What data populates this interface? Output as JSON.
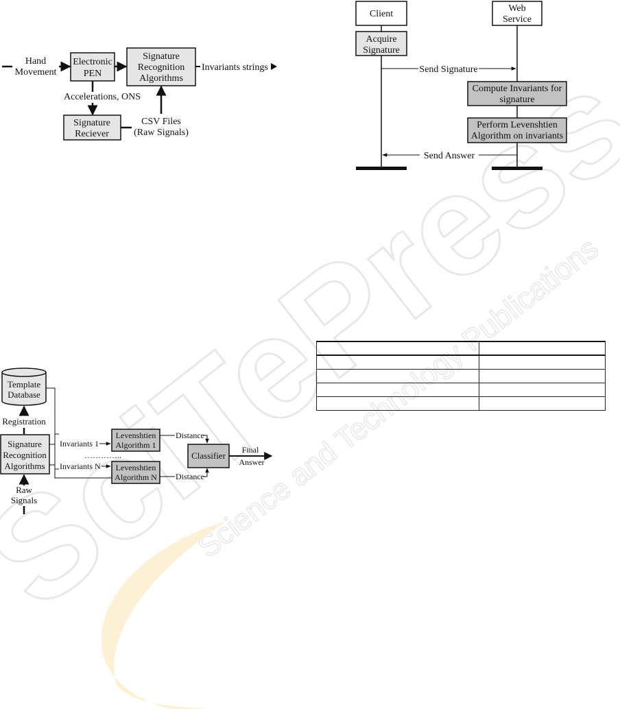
{
  "colors": {
    "box_light": "#e6e6e6",
    "box_dark": "#c2c2c2",
    "watermark_gray": "#ececec",
    "watermark_yellow": "#fbeecb"
  },
  "fig1": {
    "input_line1": "Hand",
    "input_line2": "Movement",
    "pen_line1": "Electronic",
    "pen_line2": "PEN",
    "algo_line1": "Signature",
    "algo_line2": "Recognition",
    "algo_line3": "Algorithms",
    "output": "Invariants strings",
    "accel_label": "Accelerations, ONS",
    "receiver_line1": "Signature",
    "receiver_line2": "Reciever",
    "csv_line1": "CSV Files",
    "csv_line2": "(Raw Signals)"
  },
  "fig2": {
    "client": "Client",
    "web_line1": "Web",
    "web_line2": "Service",
    "acquire_line1": "Acquire",
    "acquire_line2": "Signature",
    "send_signature": "Send Signature",
    "compute_line1": "Compute Invariants for",
    "compute_line2": "signature",
    "perform_line1": "Perform Levenshtien",
    "perform_line2": "Algorithm on invariants",
    "send_answer": "Send Answer"
  },
  "fig3": {
    "db_line1": "Template",
    "db_line2": "Database",
    "registration": "Registration",
    "algo_line1": "Signature",
    "algo_line2": "Recognition",
    "algo_line3": "Algorithms",
    "raw_line1": "Raw",
    "raw_line2": "Signals",
    "inv1": "Invariants 1",
    "invN": "Invariants N",
    "dots": "…………..",
    "lev1_line1": "Levenshtien",
    "lev1_line2": "Algorithm 1",
    "levN_line1": "Levenshtien",
    "levN_line2": "Algorithm N",
    "distance1": "Distance",
    "distance2": "Distance",
    "classifier": "Classifier",
    "final_line1": "Final",
    "final_line2": "Answer"
  },
  "table": {
    "rows": [
      [
        "",
        ""
      ],
      [
        "",
        ""
      ],
      [
        "",
        ""
      ],
      [
        "",
        ""
      ],
      [
        "",
        ""
      ]
    ]
  },
  "watermark": {
    "main": "SciTePress",
    "sub": "Science and Technology Publications"
  }
}
